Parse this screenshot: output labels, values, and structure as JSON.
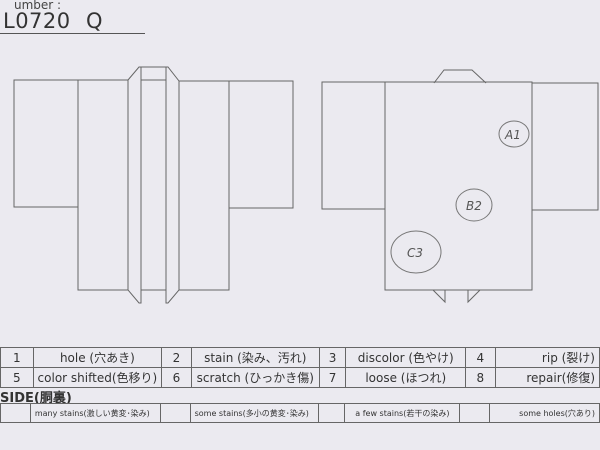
{
  "header": {
    "number_label": "umber :",
    "code": "L0720",
    "grade": "Q"
  },
  "drawings": {
    "annotations": [
      {
        "label": "A1"
      },
      {
        "label": "B2"
      },
      {
        "label": "C3"
      }
    ]
  },
  "legend": {
    "rows": [
      [
        {
          "num": "1",
          "label": "hole (穴あき)"
        },
        {
          "num": "2",
          "label": "stain (染み、汚れ)"
        },
        {
          "num": "3",
          "label": "discolor (色やけ)"
        },
        {
          "num": "4",
          "label": "rip (裂け)"
        }
      ],
      [
        {
          "num": "5",
          "label": "color shifted(色移り)"
        },
        {
          "num": "6",
          "label": "scratch (ひっかき傷)"
        },
        {
          "num": "7",
          "label": "loose (ほつれ)"
        },
        {
          "num": "8",
          "label": "repair(修復)"
        }
      ]
    ]
  },
  "side": {
    "heading": "SIDE(胴裏)",
    "options": [
      "many stains(激しい黄変･染み)",
      "some stains(多小の黄変･染み)",
      "a few stains(若干の染み)",
      "some holes(穴あり)"
    ]
  }
}
